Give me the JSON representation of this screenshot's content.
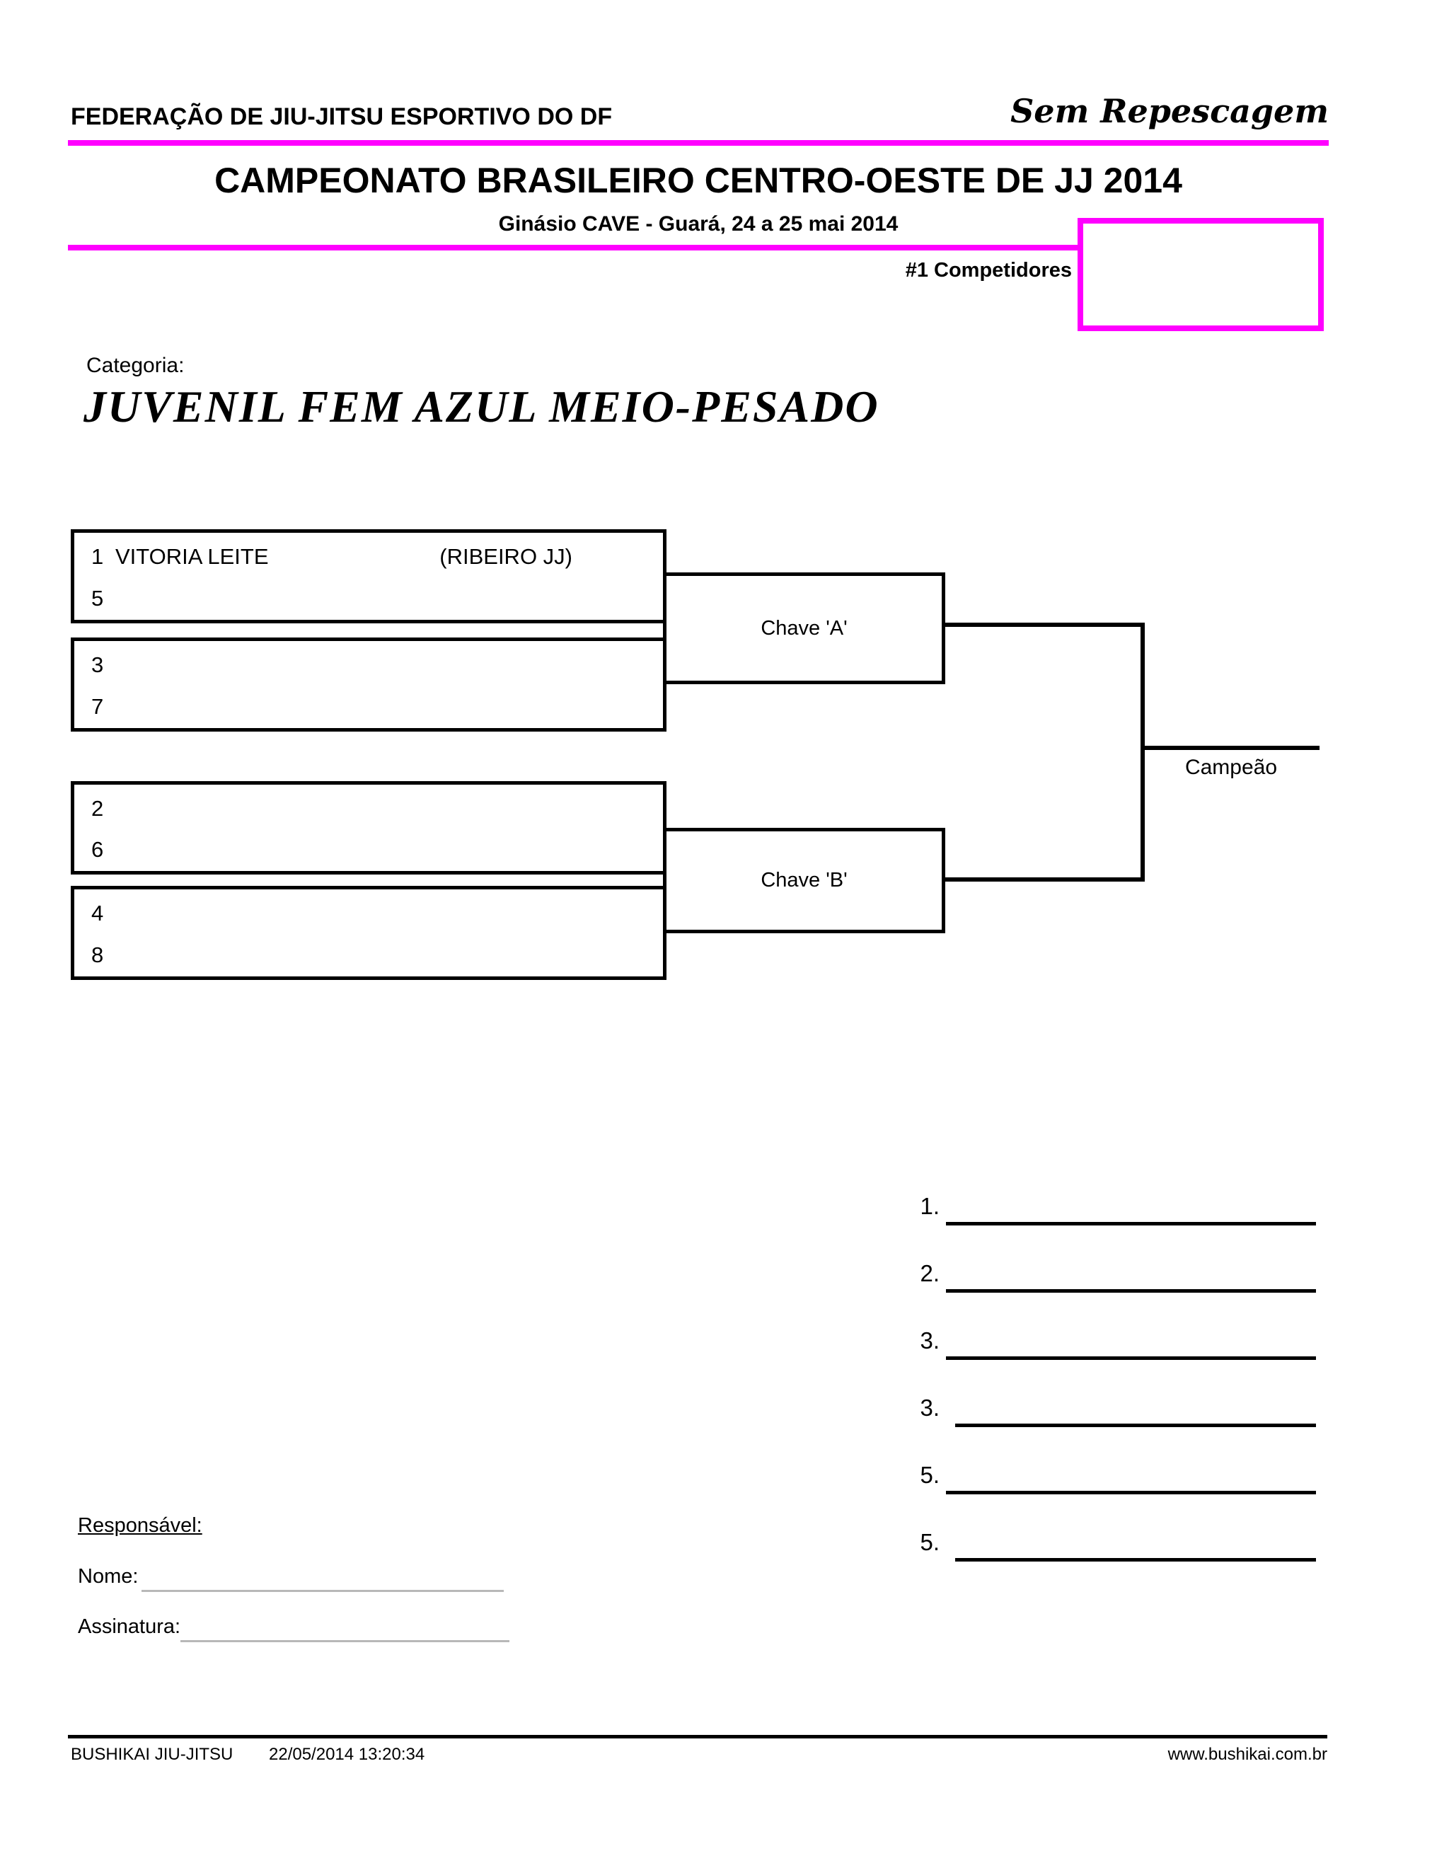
{
  "header": {
    "federation": "FEDERAÇÃO DE JIU-JITSU ESPORTIVO DO DF",
    "note": "Sem Repescagem",
    "title": "CAMPEONATO BRASILEIRO CENTRO-OESTE DE JJ 2014",
    "subtitle": "Ginásio CAVE - Guará, 24 a 25 mai 2014",
    "competitors_label": "#1 Competidores"
  },
  "category": {
    "label": "Categoria:",
    "name": "JUVENIL FEM AZUL MEIO-PESADO"
  },
  "bracket": {
    "boxes": [
      {
        "seed_top": "1",
        "name_top": "VITORIA LEITE",
        "team_top": "(RIBEIRO JJ)",
        "seed_bottom": "5"
      },
      {
        "seed_top": "3",
        "seed_bottom": "7"
      },
      {
        "seed_top": "2",
        "seed_bottom": "6"
      },
      {
        "seed_top": "4",
        "seed_bottom": "8"
      }
    ],
    "chave_a_label": "Chave 'A'",
    "chave_b_label": "Chave 'B'",
    "champion_label": "Campeão"
  },
  "placements": [
    "1.",
    "2.",
    "3.",
    "3.",
    "5.",
    "5."
  ],
  "signature": {
    "responsible_label": "Responsável:",
    "name_label": "Nome:",
    "signature_label": "Assinatura:"
  },
  "footer": {
    "org": "BUSHIKAI JIU-JITSU",
    "timestamp": "22/05/2014 13:20:34",
    "website": "www.bushikai.com.br"
  },
  "colors": {
    "accent": "#FF00FF",
    "line": "#000000"
  }
}
